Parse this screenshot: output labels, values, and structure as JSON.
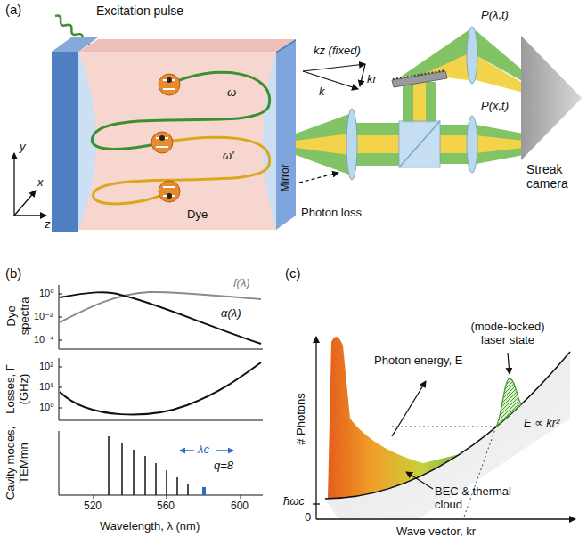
{
  "diagram": {
    "nodes": [
      {
        "text": [
          "Streak camera"
        ]
      }
    ],
    "labels": [
      "(a)",
      "Excitation pulse",
      "y",
      "x",
      "z",
      "ω",
      "ω'",
      "Dye",
      "Mirror",
      "Photon loss",
      "kz (fixed)",
      "k",
      "kr",
      "P(λ,t)",
      "P(x,t)",
      "(b)",
      "Dye spectra",
      "10⁰",
      "10⁻²",
      "10⁻⁴",
      "f(λ)",
      "α(λ)",
      "Losses, Γ (GHz)",
      "10²",
      "10¹",
      "10⁰",
      "Cavity modes, TEMmn",
      "λc",
      "q=8",
      "520",
      "560",
      "600",
      "Wavelength, λ (nm)",
      "(c)",
      "# Photons",
      "Photon energy, E",
      "(mode-locked) laser state",
      "E ∝ kr²",
      "ħωc",
      "0",
      "BEC & thermal cloud",
      "Wave vector, kr"
    ]
  }
}
